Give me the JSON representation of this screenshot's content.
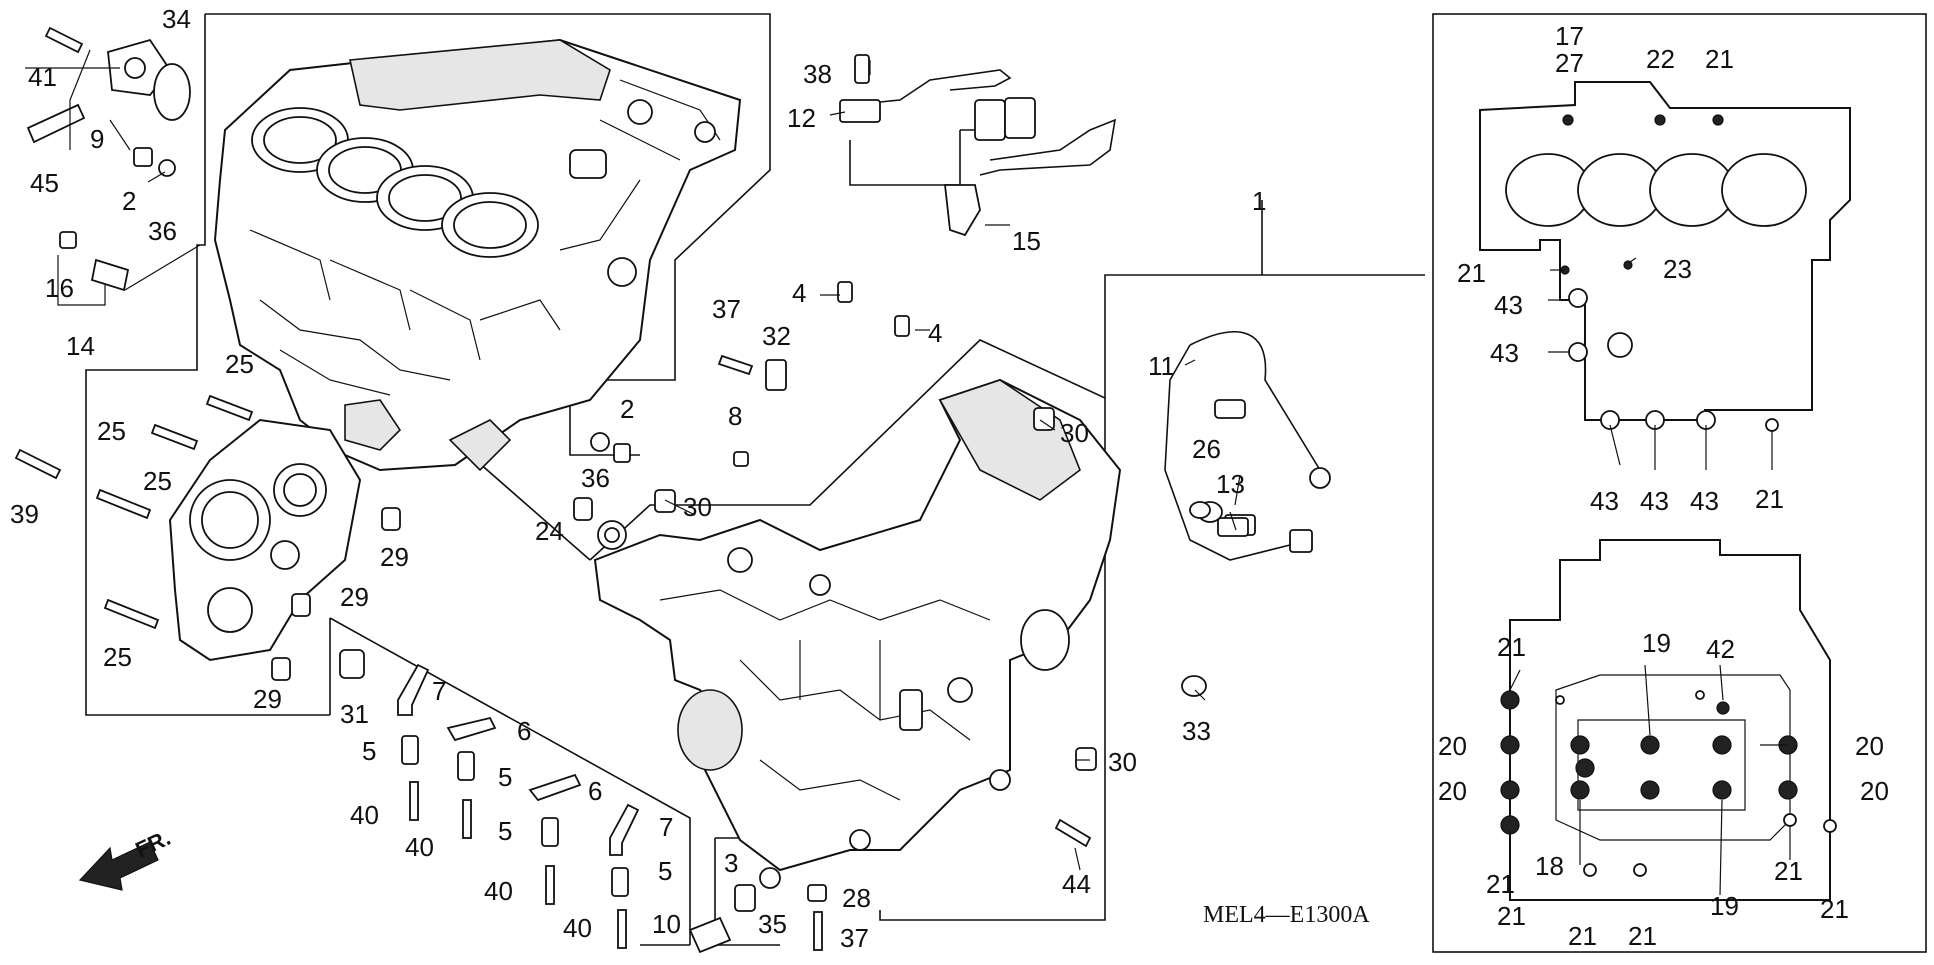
{
  "diagram": {
    "code": "MEL4—E1300A",
    "front_marker": "FR.",
    "labels": [
      {
        "id": "l1",
        "text": "1"
      },
      {
        "id": "l2a",
        "text": "2"
      },
      {
        "id": "l2b",
        "text": "2"
      },
      {
        "id": "l3",
        "text": "3"
      },
      {
        "id": "l4a",
        "text": "4"
      },
      {
        "id": "l4b",
        "text": "4"
      },
      {
        "id": "l5a",
        "text": "5"
      },
      {
        "id": "l5b",
        "text": "5"
      },
      {
        "id": "l5c",
        "text": "5"
      },
      {
        "id": "l5d",
        "text": "5"
      },
      {
        "id": "l6a",
        "text": "6"
      },
      {
        "id": "l6b",
        "text": "6"
      },
      {
        "id": "l7a",
        "text": "7"
      },
      {
        "id": "l7b",
        "text": "7"
      },
      {
        "id": "l8",
        "text": "8"
      },
      {
        "id": "l9",
        "text": "9"
      },
      {
        "id": "l10",
        "text": "10"
      },
      {
        "id": "l11",
        "text": "11"
      },
      {
        "id": "l12",
        "text": "12"
      },
      {
        "id": "l13",
        "text": "13"
      },
      {
        "id": "l14",
        "text": "14"
      },
      {
        "id": "l15",
        "text": "15"
      },
      {
        "id": "l16",
        "text": "16"
      },
      {
        "id": "l17",
        "text": "17"
      },
      {
        "id": "l18",
        "text": "18"
      },
      {
        "id": "l19a",
        "text": "19"
      },
      {
        "id": "l19b",
        "text": "19"
      },
      {
        "id": "l20a",
        "text": "20"
      },
      {
        "id": "l20b",
        "text": "20"
      },
      {
        "id": "l20c",
        "text": "20"
      },
      {
        "id": "l20d",
        "text": "20"
      },
      {
        "id": "l21a",
        "text": "21"
      },
      {
        "id": "l21b",
        "text": "21"
      },
      {
        "id": "l21c",
        "text": "21"
      },
      {
        "id": "l21d",
        "text": "21"
      },
      {
        "id": "l21e",
        "text": "21"
      },
      {
        "id": "l21f",
        "text": "21"
      },
      {
        "id": "l21g",
        "text": "21"
      },
      {
        "id": "l21h",
        "text": "21"
      },
      {
        "id": "l21i",
        "text": "21"
      },
      {
        "id": "l21j",
        "text": "21"
      },
      {
        "id": "l22",
        "text": "22"
      },
      {
        "id": "l23",
        "text": "23"
      },
      {
        "id": "l24",
        "text": "24"
      },
      {
        "id": "l25a",
        "text": "25"
      },
      {
        "id": "l25b",
        "text": "25"
      },
      {
        "id": "l25c",
        "text": "25"
      },
      {
        "id": "l25d",
        "text": "25"
      },
      {
        "id": "l26",
        "text": "26"
      },
      {
        "id": "l27",
        "text": "27"
      },
      {
        "id": "l28",
        "text": "28"
      },
      {
        "id": "l29a",
        "text": "29"
      },
      {
        "id": "l29b",
        "text": "29"
      },
      {
        "id": "l29c",
        "text": "29"
      },
      {
        "id": "l30a",
        "text": "30"
      },
      {
        "id": "l30b",
        "text": "30"
      },
      {
        "id": "l30c",
        "text": "30"
      },
      {
        "id": "l31",
        "text": "31"
      },
      {
        "id": "l32",
        "text": "32"
      },
      {
        "id": "l33",
        "text": "33"
      },
      {
        "id": "l34",
        "text": "34"
      },
      {
        "id": "l35",
        "text": "35"
      },
      {
        "id": "l36a",
        "text": "36"
      },
      {
        "id": "l36b",
        "text": "36"
      },
      {
        "id": "l37a",
        "text": "37"
      },
      {
        "id": "l37b",
        "text": "37"
      },
      {
        "id": "l38",
        "text": "38"
      },
      {
        "id": "l39",
        "text": "39"
      },
      {
        "id": "l40a",
        "text": "40"
      },
      {
        "id": "l40b",
        "text": "40"
      },
      {
        "id": "l40c",
        "text": "40"
      },
      {
        "id": "l40d",
        "text": "40"
      },
      {
        "id": "l41",
        "text": "41"
      },
      {
        "id": "l42",
        "text": "42"
      },
      {
        "id": "l43a",
        "text": "43"
      },
      {
        "id": "l43b",
        "text": "43"
      },
      {
        "id": "l43c",
        "text": "43"
      },
      {
        "id": "l43d",
        "text": "43"
      },
      {
        "id": "l43e",
        "text": "43"
      },
      {
        "id": "l44",
        "text": "44"
      },
      {
        "id": "l45",
        "text": "45"
      }
    ]
  }
}
